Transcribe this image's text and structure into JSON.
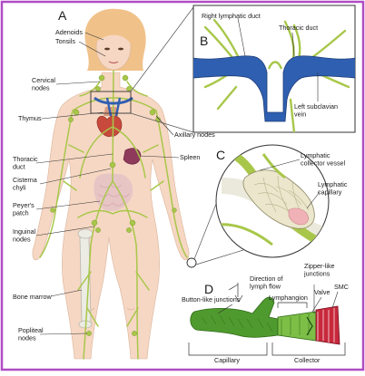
{
  "panels": {
    "a": "A",
    "b": "B",
    "c": "C",
    "d": "D"
  },
  "body_labels": {
    "adenoids": "Adenoids",
    "tonsils": "Tonsils",
    "cervical_nodes": "Cervical\nnodes",
    "thymus": "Thymus",
    "axillary_nodes": "Axillary nodes",
    "thoracic_duct": "Thoracic\nduct",
    "spleen": "Spleen",
    "cisterna_chyli": "Cisterna\nchyli",
    "peyers_patch": "Peyer's\npatch",
    "inguinal_nodes": "Inguinal\nnodes",
    "bone_marrow": "Bone marrow",
    "popliteal_nodes": "Popliteal\nnodes"
  },
  "inset_b": {
    "right_lymphatic_duct": "Right lymphatic duct",
    "thoracic_duct": "Thoracic duct",
    "left_subclavian_vein": "Left subclavian\nvein"
  },
  "inset_c": {
    "lymphatic_collector_vessel": "Lymphatic\ncollector vessel",
    "lymphatic_capillary": "Lymphatic\ncapillary"
  },
  "inset_d": {
    "direction_of_lymph_flow": "Direction of\nlymph flow",
    "zipper_like_junctions": "Zipper-like\njunctions",
    "button_like_junctions": "Button-like junctions",
    "lymphangion": "Lymphangion",
    "valve": "Valve",
    "smc": "SMC",
    "capillary": "Capillary",
    "collector": "Collector"
  },
  "colors": {
    "frame": "#b04cc4",
    "lymph": "#a8c74a",
    "vein": "#2f5fb0",
    "skin": "#f6d7c3",
    "hair": "#f0c28a",
    "vessel_green": "#4f9a2e",
    "valve_red": "#c8283c"
  }
}
